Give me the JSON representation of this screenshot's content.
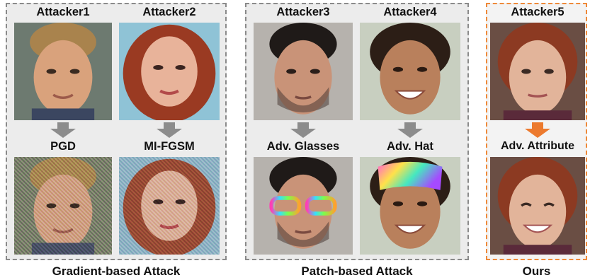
{
  "groups": [
    {
      "caption": "Gradient-based Attack",
      "top_labels": [
        "Attacker1",
        "Attacker2"
      ],
      "bottom_labels": [
        "PGD",
        "MI-FGSM"
      ]
    },
    {
      "caption": "Patch-based Attack",
      "top_labels": [
        "Attacker3",
        "Attacker4"
      ],
      "bottom_labels": [
        "Adv. Glasses",
        "Adv. Hat"
      ]
    },
    {
      "caption": "Ours",
      "top_labels": [
        "Attacker5"
      ],
      "bottom_labels": [
        "Adv. Attribute"
      ]
    }
  ],
  "colors": {
    "arrow_gray": "#8c8c8c",
    "arrow_orange": "#ec7a2e",
    "border_gray": "#8a8a8a",
    "border_orange": "#ee8a3a"
  }
}
